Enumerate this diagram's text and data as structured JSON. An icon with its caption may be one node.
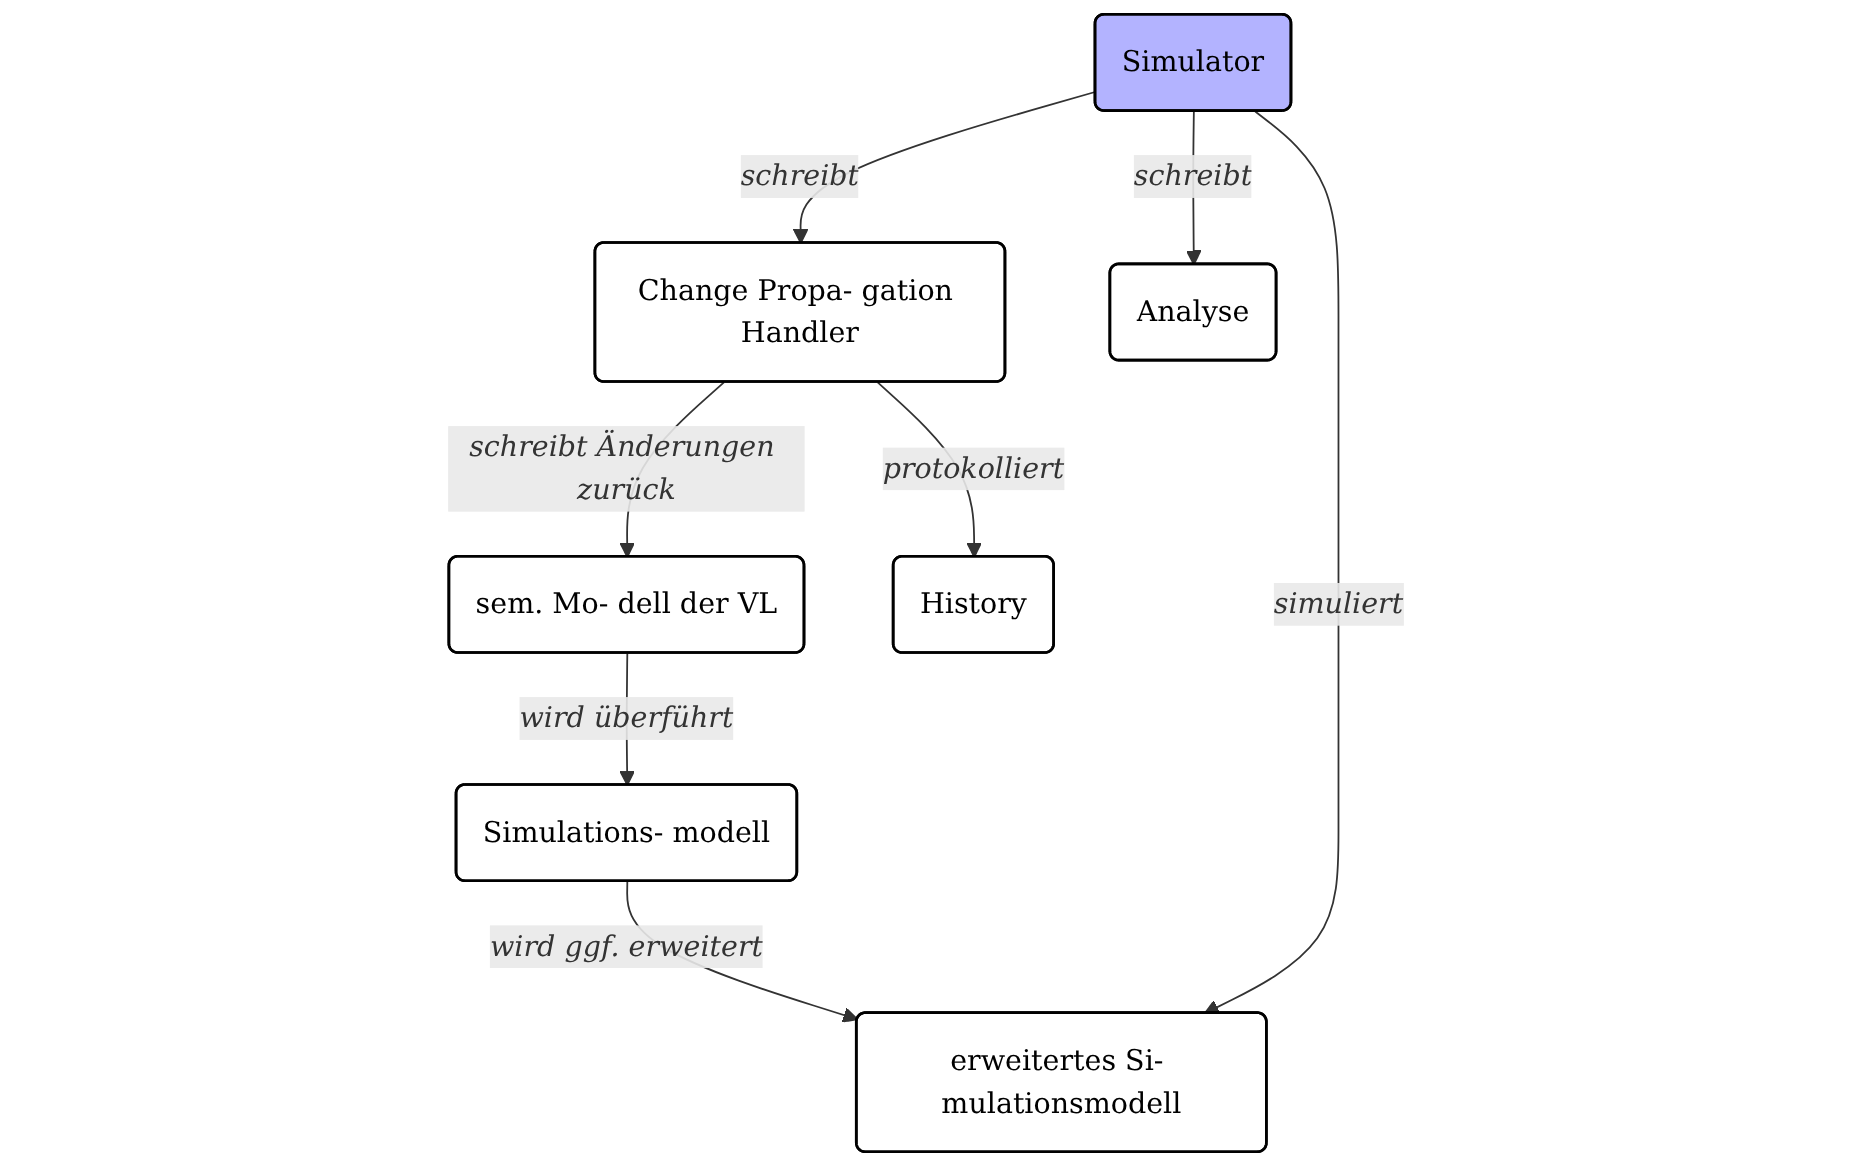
{
  "diagram": {
    "nodes": [
      {
        "text": [
          "sem. Mo- dell der VL"
        ]
      },
      {
        "text": [
          "Simulations- modell"
        ]
      },
      {
        "text": [
          "erweitertes Si- mulationsmodell"
        ]
      },
      {
        "text": [
          "Simulator"
        ]
      },
      {
        "text": [
          "Change Propa- gation Handler"
        ]
      },
      {
        "text": [
          "Analyse"
        ]
      },
      {
        "text": [
          "History"
        ]
      }
    ],
    "edges": [
      {
        "from": 0,
        "to": 1,
        "arrow": "to",
        "label": "wird überführt"
      },
      {
        "from": 1,
        "to": 2,
        "arrow": "to",
        "label": "wird ggf. erweitert"
      },
      {
        "from": 3,
        "to": 2,
        "arrow": "to",
        "label": "simuliert"
      },
      {
        "from": 3,
        "to": 4,
        "arrow": "to",
        "label": "schreibt"
      },
      {
        "from": 4,
        "to": 0,
        "arrow": "to",
        "label": "schreibt Änderungen zurück"
      },
      {
        "from": 3,
        "to": 5,
        "arrow": "to",
        "label": "schreibt"
      },
      {
        "from": 4,
        "to": 6,
        "arrow": "to",
        "label": "protokolliert"
      }
    ]
  }
}
